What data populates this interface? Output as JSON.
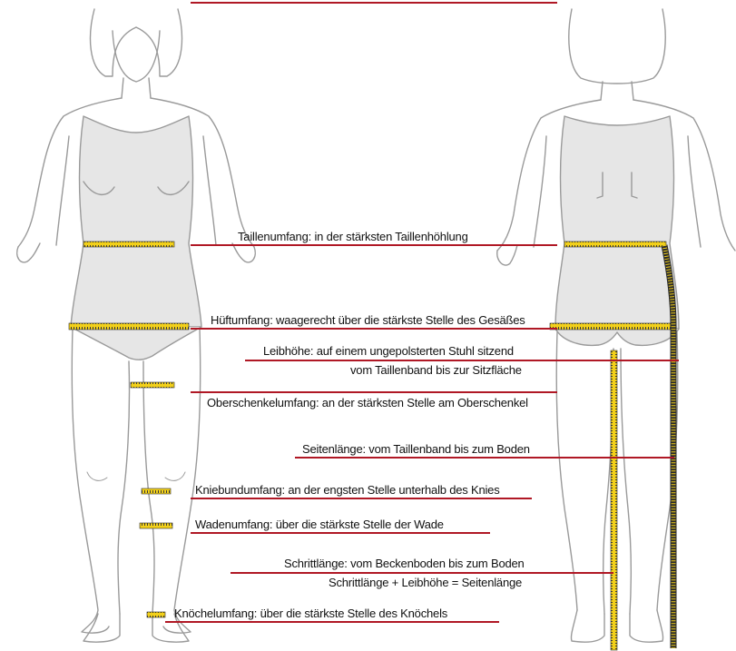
{
  "colors": {
    "outline": "#9a9a9a",
    "body_fill": "#e6e6e6",
    "tape_yellow": "#f2d01a",
    "tape_dark": "#2a2a2a",
    "label_line": "#b01825",
    "text": "#111111"
  },
  "labels": {
    "taillenumfang": "Taillenumfang: in der stärksten Taillenhöhlung",
    "hueftumfang": "Hüftumfang: waagerecht über die stärkste Stelle des Gesäßes",
    "leibhoehe_1": "Leibhöhe: auf einem ungepolsterten Stuhl sitzend",
    "leibhoehe_2": "vom Taillenband bis zur Sitzfläche",
    "oberschenkelumfang": "Oberschenkelumfang: an der stärksten Stelle am Oberschenkel",
    "seitenlaenge": "Seitenlänge: vom Taillenband bis zum Boden",
    "kniebundumfang": "Kniebundumfang: an der engsten Stelle unterhalb des Knies",
    "wadenumfang": "Wadenumfang: über die stärkste Stelle der Wade",
    "schrittlaenge_1": "Schrittlänge: vom Beckenboden bis zum Boden",
    "schrittlaenge_2": "Schrittlänge + Leibhöhe = Seitenlänge",
    "knoechelumfang": "Knöchelumfang: über die stärkste Stelle des Knöchels"
  }
}
